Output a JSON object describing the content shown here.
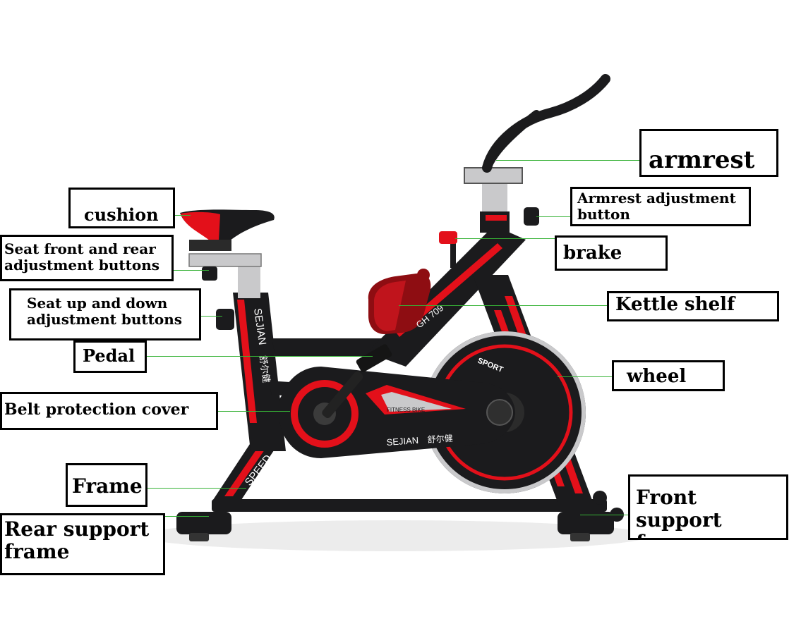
{
  "labels": {
    "armrest": "armrest",
    "armrest_adjustment_button": "Armrest adjustment\nbutton",
    "cushion": "cushion",
    "seat_front_rear_buttons": "Seat front and rear\nadjustment buttons",
    "brake": "brake",
    "seat_up_down_buttons": "Seat up and down\nadjustment buttons",
    "kettle_shelf": "Kettle shelf",
    "pedal": "Pedal",
    "wheel": "wheel",
    "belt_protection_cover": "Belt protection cover",
    "frame": "Frame",
    "front_support_frame": "Front support\nframe",
    "rear_support_frame": "Rear support\nframe"
  },
  "bike_markings": {
    "brand": "SEJIAN",
    "brand_cn": "舒尔健",
    "model": "GH 709",
    "speed": "SPEED",
    "fitness_bike": "FITNESS BIKE",
    "sport": "SPORT"
  },
  "colors": {
    "frame_black": "#1b1b1d",
    "accent_red": "#e3101a",
    "silver": "#c9c9cb",
    "leader_green": "#36b236"
  }
}
